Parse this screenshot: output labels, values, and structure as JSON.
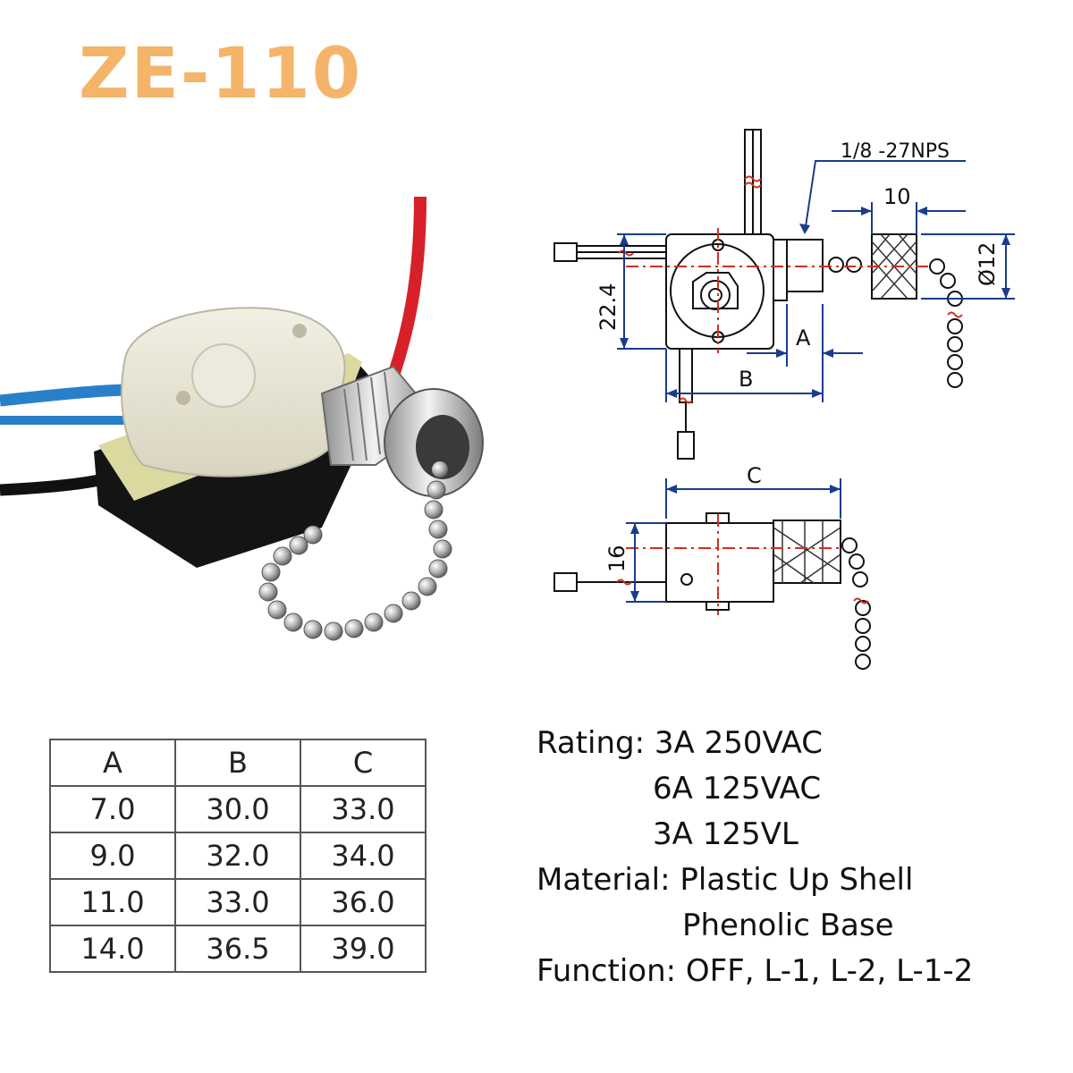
{
  "title": "ZE-110",
  "drawing": {
    "thread_label": "1/8 -27NPS",
    "dim_10": "10",
    "dim_12": "Ø12",
    "dim_22_4": "22.4",
    "dim_a": "A",
    "dim_b": "B",
    "dim_c": "C",
    "dim_16": "16"
  },
  "table": {
    "headers": [
      "A",
      "B",
      "C"
    ],
    "rows": [
      [
        "7.0",
        "30.0",
        "33.0"
      ],
      [
        "9.0",
        "32.0",
        "34.0"
      ],
      [
        "11.0",
        "33.0",
        "36.0"
      ],
      [
        "14.0",
        "36.5",
        "39.0"
      ]
    ]
  },
  "specs": {
    "rating_label": "Rating:",
    "rating_1": "3A 250VAC",
    "rating_2": "6A 125VAC",
    "rating_3": "3A 125VL",
    "material_label": "Material:",
    "material_1": "Plastic Up Shell",
    "material_2": "Phenolic Base",
    "function_label": "Function:",
    "function_1": "OFF, L-1, L-2, L-1-2"
  },
  "colors": {
    "title": "#f4b46a",
    "wire_red": "#d8202a",
    "wire_blue": "#2a7fc9",
    "wire_black": "#111111",
    "dim_line": "#1a3c8c",
    "center_line": "#d0301f"
  }
}
